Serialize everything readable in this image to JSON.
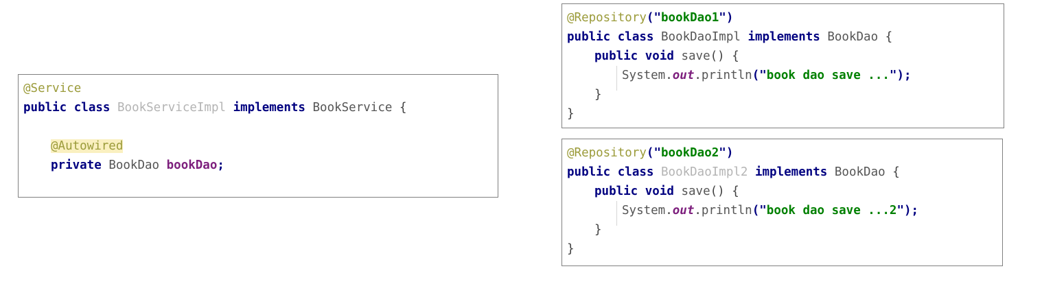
{
  "theme": {
    "background": "#ffffff",
    "panel_border": "#808080",
    "annotation_color": "#9b9b3a",
    "keyword_color": "#000080",
    "string_color": "#008000",
    "field_color": "#7d1f7d",
    "dim_class_color": "#b4b4b4",
    "highlight_background": "#faf0c0",
    "indent_guide_color": "#d6d6d6"
  },
  "panels": [
    {
      "id": "book-service-impl",
      "name": "BookServiceImpl",
      "lines": [
        {
          "id": "service-annotation",
          "tokens": [
            {
              "text": "@Service",
              "kind": "annotation"
            }
          ]
        },
        {
          "id": "service-class-decl",
          "tokens": [
            {
              "text": "public",
              "kind": "keyword"
            },
            {
              "text": " ",
              "kind": "plain"
            },
            {
              "text": "class",
              "kind": "keyword"
            },
            {
              "text": " ",
              "kind": "plain"
            },
            {
              "text": "BookServiceImpl",
              "kind": "class-dim"
            },
            {
              "text": " ",
              "kind": "plain"
            },
            {
              "text": "implements",
              "kind": "keyword"
            },
            {
              "text": " ",
              "kind": "plain"
            },
            {
              "text": "BookService",
              "kind": "class"
            },
            {
              "text": " {",
              "kind": "brace"
            }
          ]
        },
        {
          "id": "service-blank-1",
          "tokens": []
        },
        {
          "id": "autowired-annotation",
          "indent": 1,
          "highlight": true,
          "tokens": [
            {
              "text": "@Autowired",
              "kind": "annotation"
            }
          ]
        },
        {
          "id": "book-dao-field",
          "indent": 1,
          "tokens": [
            {
              "text": "private",
              "kind": "keyword"
            },
            {
              "text": " ",
              "kind": "plain"
            },
            {
              "text": "BookDao",
              "kind": "class"
            },
            {
              "text": " ",
              "kind": "plain"
            },
            {
              "text": "bookDao",
              "kind": "field"
            },
            {
              "text": ";",
              "kind": "punct"
            }
          ]
        }
      ]
    },
    {
      "id": "book-dao-impl",
      "name": "BookDaoImpl",
      "lines": [
        {
          "id": "repository-annotation-1",
          "tokens": [
            {
              "text": "@Repository",
              "kind": "annotation"
            },
            {
              "text": "(",
              "kind": "punct"
            },
            {
              "text": "\"",
              "kind": "quote"
            },
            {
              "text": "bookDao1",
              "kind": "string"
            },
            {
              "text": "\"",
              "kind": "quote"
            },
            {
              "text": ")",
              "kind": "punct"
            }
          ]
        },
        {
          "id": "dao1-class-decl",
          "tokens": [
            {
              "text": "public",
              "kind": "keyword"
            },
            {
              "text": " ",
              "kind": "plain"
            },
            {
              "text": "class",
              "kind": "keyword"
            },
            {
              "text": " ",
              "kind": "plain"
            },
            {
              "text": "BookDaoImpl",
              "kind": "class"
            },
            {
              "text": " ",
              "kind": "plain"
            },
            {
              "text": "implements",
              "kind": "keyword"
            },
            {
              "text": " ",
              "kind": "plain"
            },
            {
              "text": "BookDao",
              "kind": "class"
            },
            {
              "text": " {",
              "kind": "brace"
            }
          ]
        },
        {
          "id": "dao1-save-decl",
          "indent": 1,
          "tokens": [
            {
              "text": "public",
              "kind": "keyword"
            },
            {
              "text": " ",
              "kind": "plain"
            },
            {
              "text": "void",
              "kind": "keyword"
            },
            {
              "text": " ",
              "kind": "plain"
            },
            {
              "text": "save",
              "kind": "class"
            },
            {
              "text": "() {",
              "kind": "brace"
            }
          ]
        },
        {
          "id": "dao1-println",
          "indent": 2,
          "tokens": [
            {
              "text": "System",
              "kind": "class"
            },
            {
              "text": ".",
              "kind": "brace"
            },
            {
              "text": "out",
              "kind": "static"
            },
            {
              "text": ".",
              "kind": "brace"
            },
            {
              "text": "println",
              "kind": "class"
            },
            {
              "text": "(",
              "kind": "punct"
            },
            {
              "text": "\"",
              "kind": "quote"
            },
            {
              "text": "book dao save ...",
              "kind": "string"
            },
            {
              "text": "\"",
              "kind": "quote"
            },
            {
              "text": ")",
              "kind": "punct"
            },
            {
              "text": ";",
              "kind": "punct"
            }
          ]
        },
        {
          "id": "dao1-method-close",
          "indent": 1,
          "tokens": [
            {
              "text": "}",
              "kind": "brace"
            }
          ]
        },
        {
          "id": "dao1-class-close",
          "tokens": [
            {
              "text": "}",
              "kind": "brace"
            }
          ]
        }
      ]
    },
    {
      "id": "book-dao-impl2",
      "name": "BookDaoImpl2",
      "lines": [
        {
          "id": "repository-annotation-2",
          "tokens": [
            {
              "text": "@Repository",
              "kind": "annotation"
            },
            {
              "text": "(",
              "kind": "punct"
            },
            {
              "text": "\"",
              "kind": "quote"
            },
            {
              "text": "bookDao2",
              "kind": "string"
            },
            {
              "text": "\"",
              "kind": "quote"
            },
            {
              "text": ")",
              "kind": "punct"
            }
          ]
        },
        {
          "id": "dao2-class-decl",
          "tokens": [
            {
              "text": "public",
              "kind": "keyword"
            },
            {
              "text": " ",
              "kind": "plain"
            },
            {
              "text": "class",
              "kind": "keyword"
            },
            {
              "text": " ",
              "kind": "plain"
            },
            {
              "text": "BookDaoImpl2",
              "kind": "class-dim"
            },
            {
              "text": " ",
              "kind": "plain"
            },
            {
              "text": "implements",
              "kind": "keyword"
            },
            {
              "text": " ",
              "kind": "plain"
            },
            {
              "text": "BookDao",
              "kind": "class"
            },
            {
              "text": " {",
              "kind": "brace"
            }
          ]
        },
        {
          "id": "dao2-save-decl",
          "indent": 1,
          "tokens": [
            {
              "text": "public",
              "kind": "keyword"
            },
            {
              "text": " ",
              "kind": "plain"
            },
            {
              "text": "void",
              "kind": "keyword"
            },
            {
              "text": " ",
              "kind": "plain"
            },
            {
              "text": "save",
              "kind": "class"
            },
            {
              "text": "() {",
              "kind": "brace"
            }
          ]
        },
        {
          "id": "dao2-println",
          "indent": 2,
          "tokens": [
            {
              "text": "System",
              "kind": "class"
            },
            {
              "text": ".",
              "kind": "brace"
            },
            {
              "text": "out",
              "kind": "static"
            },
            {
              "text": ".",
              "kind": "brace"
            },
            {
              "text": "println",
              "kind": "class"
            },
            {
              "text": "(",
              "kind": "punct"
            },
            {
              "text": "\"",
              "kind": "quote"
            },
            {
              "text": "book dao save ...2",
              "kind": "string"
            },
            {
              "text": "\"",
              "kind": "quote"
            },
            {
              "text": ")",
              "kind": "punct"
            },
            {
              "text": ";",
              "kind": "punct"
            }
          ]
        },
        {
          "id": "dao2-method-close",
          "indent": 1,
          "tokens": [
            {
              "text": "}",
              "kind": "brace"
            }
          ]
        },
        {
          "id": "dao2-class-close",
          "tokens": [
            {
              "text": "}",
              "kind": "brace"
            }
          ]
        }
      ]
    }
  ]
}
